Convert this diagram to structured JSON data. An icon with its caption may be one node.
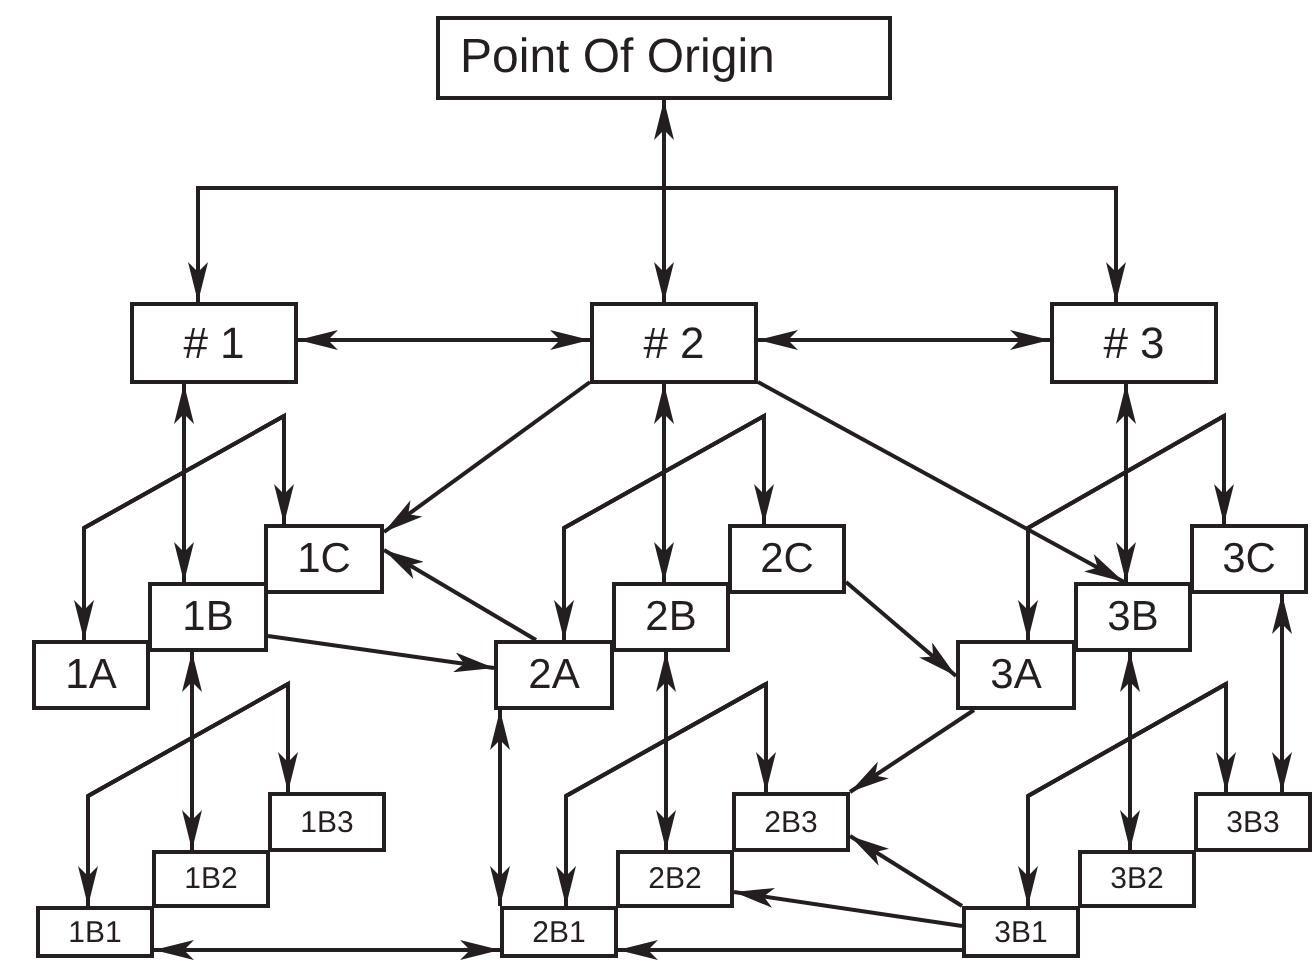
{
  "diagram": {
    "nodes": [
      {
        "text": [
          "Point Of Origin"
        ]
      },
      {
        "text": [
          "# 1"
        ]
      },
      {
        "text": [
          "# 2"
        ]
      },
      {
        "text": [
          "# 3"
        ]
      },
      {
        "text": [
          "1A"
        ]
      },
      {
        "text": [
          "1B"
        ]
      },
      {
        "text": [
          "1C"
        ]
      },
      {
        "text": [
          "2A"
        ]
      },
      {
        "text": [
          "2B"
        ]
      },
      {
        "text": [
          "2C"
        ]
      },
      {
        "text": [
          "3A"
        ]
      },
      {
        "text": [
          "3B"
        ]
      },
      {
        "text": [
          "3C"
        ]
      },
      {
        "text": [
          "1B1"
        ]
      },
      {
        "text": [
          "1B2"
        ]
      },
      {
        "text": [
          "1B3"
        ]
      },
      {
        "text": [
          "2B1"
        ]
      },
      {
        "text": [
          "2B2"
        ]
      },
      {
        "text": [
          "2B3"
        ]
      },
      {
        "text": [
          "3B1"
        ]
      },
      {
        "text": [
          "3B2"
        ]
      },
      {
        "text": [
          "3B3"
        ]
      }
    ],
    "edges": [
      {
        "from": 0,
        "to": 1,
        "arrow": "to"
      },
      {
        "from": 0,
        "to": 2,
        "arrow": "both"
      },
      {
        "from": 0,
        "to": 3,
        "arrow": "to"
      },
      {
        "from": 1,
        "to": 2,
        "arrow": "both"
      },
      {
        "from": 2,
        "to": 3,
        "arrow": "both"
      },
      {
        "from": 1,
        "to": 5,
        "arrow": "both"
      },
      {
        "from": null,
        "to": 4,
        "arrow": "to"
      },
      {
        "from": null,
        "to": 6,
        "arrow": "to"
      },
      {
        "from": 2,
        "to": 6,
        "arrow": "to"
      },
      {
        "from": 2,
        "to": 8,
        "arrow": "both"
      },
      {
        "from": null,
        "to": 7,
        "arrow": "to"
      },
      {
        "from": null,
        "to": 9,
        "arrow": "to"
      },
      {
        "from": 2,
        "to": 11,
        "arrow": "to"
      },
      {
        "from": 3,
        "to": 11,
        "arrow": "both"
      },
      {
        "from": null,
        "to": 10,
        "arrow": "to"
      },
      {
        "from": null,
        "to": 12,
        "arrow": "to"
      },
      {
        "from": 7,
        "to": 6,
        "arrow": "to"
      },
      {
        "from": 5,
        "to": 7,
        "arrow": "to"
      },
      {
        "from": 9,
        "to": 10,
        "arrow": "to"
      },
      {
        "from": 5,
        "to": 14,
        "arrow": "both"
      },
      {
        "from": null,
        "to": 13,
        "arrow": "to"
      },
      {
        "from": null,
        "to": 15,
        "arrow": "to"
      },
      {
        "from": 7,
        "to": 16,
        "arrow": "both"
      },
      {
        "from": 8,
        "to": 17,
        "arrow": "both"
      },
      {
        "from": null,
        "to": 16,
        "arrow": "to"
      },
      {
        "from": null,
        "to": 18,
        "arrow": "to"
      },
      {
        "from": 11,
        "to": 20,
        "arrow": "both"
      },
      {
        "from": null,
        "to": 19,
        "arrow": "to"
      },
      {
        "from": null,
        "to": 21,
        "arrow": "to"
      },
      {
        "from": 12,
        "to": 21,
        "arrow": "both"
      },
      {
        "from": 10,
        "to": 18,
        "arrow": "to"
      },
      {
        "from": 19,
        "to": 18,
        "arrow": "to"
      },
      {
        "from": 19,
        "to": 17,
        "arrow": "to"
      },
      {
        "from": 19,
        "to": 16,
        "arrow": "to"
      },
      {
        "from": 13,
        "to": 16,
        "arrow": "both"
      }
    ]
  }
}
